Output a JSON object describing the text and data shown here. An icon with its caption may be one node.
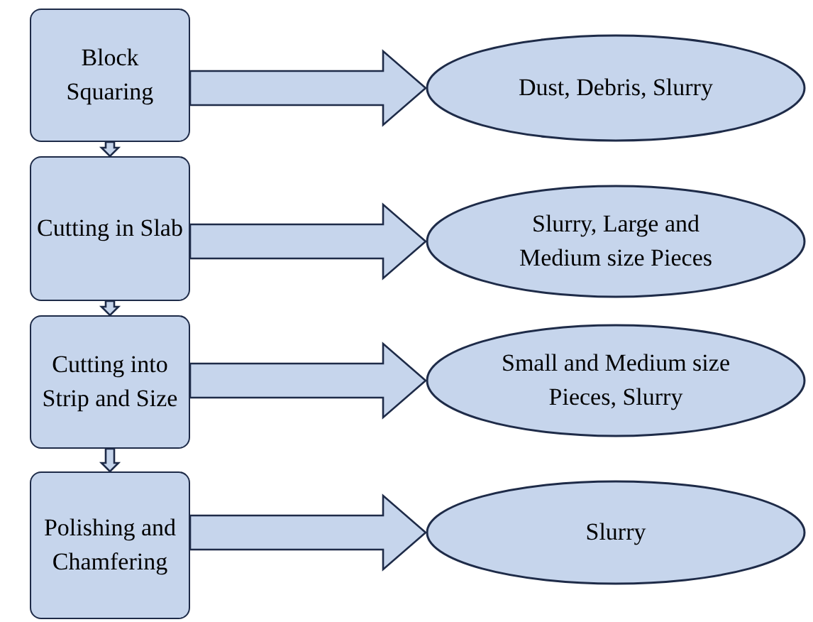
{
  "diagram": {
    "nodes": [
      {
        "text": [
          "Block Squaring"
        ]
      },
      {
        "text": [
          "Dust, Debris, Slurry"
        ]
      },
      {
        "text": [
          "Cutting in Slab"
        ]
      },
      {
        "text": [
          "Slurry, Large and Medium size Pieces"
        ]
      },
      {
        "text": [
          "Cutting into Strip and Size"
        ]
      },
      {
        "text": [
          "Small and Medium size Pieces, Slurry"
        ]
      },
      {
        "text": [
          "Polishing and Chamfering"
        ]
      },
      {
        "text": [
          "Slurry"
        ]
      }
    ],
    "edges": [
      {
        "from": 0,
        "to": 1,
        "arrow": "to"
      },
      {
        "from": 0,
        "to": 2,
        "arrow": "to"
      },
      {
        "from": 2,
        "to": 3,
        "arrow": "to"
      },
      {
        "from": 2,
        "to": 4,
        "arrow": "to"
      },
      {
        "from": 4,
        "to": 5,
        "arrow": "to"
      },
      {
        "from": 4,
        "to": 6,
        "arrow": "to"
      },
      {
        "from": 6,
        "to": 7,
        "arrow": "to"
      }
    ]
  }
}
